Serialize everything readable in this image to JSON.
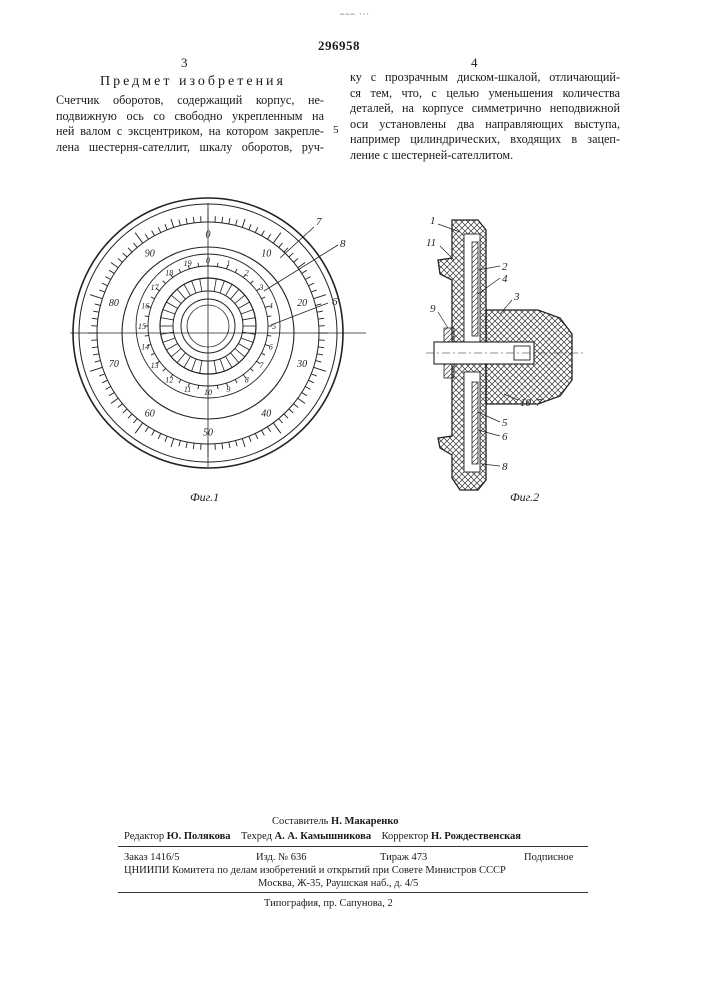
{
  "header": {
    "stamp": "~~~ ···",
    "patent_number": "296958",
    "col_left": "3",
    "col_right": "4"
  },
  "section_title": "Предмет изобретения",
  "claim": {
    "left_lines": [
      "Счетчик оборотов, содержащий корпус, не-",
      "подвижную ось со свободно укрепленным на",
      "ней валом с эксцентриком, на котором закрепле-",
      "лена шестерня-сателлит, шкалу оборотов, руч-"
    ],
    "line_number": "5",
    "right_lines": [
      "ку с прозрачным диском-шкалой, отличающий-",
      "ся тем, что, с целью уменьшения количества",
      "деталей, на корпусе симметрично неподвижной",
      "оси установлены два направляющих выступа,",
      "например цилиндрических, входящих в зацеп-",
      "ление с шестерней-сателлитом."
    ]
  },
  "figure1": {
    "caption": "Фиг.1",
    "outer_labels": [
      "0",
      "10",
      "20",
      "30",
      "40",
      "50",
      "60",
      "70",
      "80",
      "90"
    ],
    "inner_labels": [
      "0",
      "1",
      "2",
      "3",
      "4",
      "5",
      "6",
      "7",
      "8",
      "9",
      "10",
      "11",
      "12",
      "13",
      "14",
      "15",
      "16",
      "17",
      "18",
      "19"
    ],
    "callouts": [
      "7",
      "8",
      "6"
    ]
  },
  "figure2": {
    "caption": "Фиг.2",
    "callouts": [
      "1",
      "11",
      "2",
      "4",
      "3",
      "9",
      "5",
      "6",
      "10",
      "7",
      "8"
    ]
  },
  "imprint": {
    "compiler_label": "Составитель",
    "compiler_name": "Н. Макаренко",
    "editor_label": "Редактор",
    "editor_name": "Ю. Полякова",
    "techred_label": "Техред",
    "techred_name": "А. А. Камышникова",
    "corrector_label": "Корректор",
    "corrector_name": "Н. Рождественская",
    "order": "Заказ 1416/5",
    "edition": "Изд. № 636",
    "circulation": "Тираж 473",
    "subscription": "Подписное",
    "org": "ЦНИИПИ Комитета по делам изобретений и открытий при Совете Министров СССР",
    "address": "Москва, Ж-35, Раушская наб., д. 4/5",
    "printer": "Типография, пр. Сапунова, 2"
  }
}
